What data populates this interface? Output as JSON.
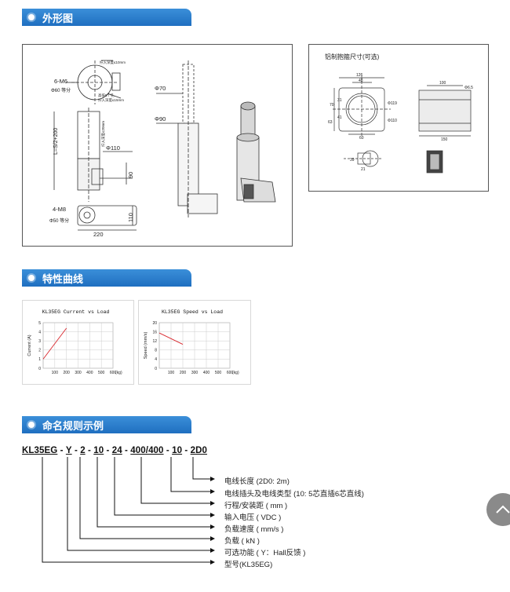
{
  "sections": {
    "outline": "外形图",
    "curves": "特性曲线",
    "naming": "命名规则示例"
  },
  "drawing": {
    "labels": {
      "m6": "6-M6",
      "phi60": "Φ60 等分",
      "depth10": "拧入深度≤10mm",
      "hole": "高低5个孔",
      "depth15": "拧入深度≤15mm",
      "length": "L=S/2+200",
      "depth20": "拧入深度≤20mm",
      "phi110": "Φ110",
      "d90": "90",
      "m8": "4-M8",
      "phi50": "Φ50 等分",
      "d110": "110",
      "d220": "220",
      "phi70": "Φ70",
      "phi90": "Φ90"
    },
    "bracket": {
      "title": "铝制抱箍尺寸(可选)",
      "d126": "126",
      "d48": "48",
      "d70": "70",
      "d31": "31",
      "d63": "63",
      "d41": "41",
      "d60": "60",
      "d119": "Φ119",
      "d110": "Φ110",
      "d100": "100",
      "d65": "Φ6.5",
      "d150": "150",
      "d39": "39",
      "d21": "21"
    }
  },
  "chart_data": [
    {
      "type": "line",
      "title": "KL35EG Current vs Load",
      "xlabel": "(kg)",
      "ylabel": "Current (A)",
      "xlim": [
        0,
        600
      ],
      "ylim": [
        0,
        5
      ],
      "xticks": [
        100,
        200,
        300,
        400,
        500,
        600
      ],
      "yticks": [
        0,
        1,
        2,
        3,
        4,
        5
      ],
      "grid": true,
      "series": [
        {
          "x": [
            0,
            200
          ],
          "y": [
            1.0,
            4.4
          ],
          "color": "#d9262c"
        }
      ]
    },
    {
      "type": "line",
      "title": "KL35EG Speed vs Load",
      "xlabel": "(kg)",
      "ylabel": "Speed (mm/s)",
      "xlim": [
        0,
        600
      ],
      "ylim": [
        0,
        20
      ],
      "xticks": [
        100,
        200,
        300,
        400,
        500,
        600
      ],
      "yticks": [
        0,
        4,
        8,
        12,
        16,
        20
      ],
      "grid": true,
      "series": [
        {
          "x": [
            0,
            200
          ],
          "y": [
            15.5,
            10.5
          ],
          "color": "#d9262c"
        }
      ]
    }
  ],
  "naming": {
    "parts": [
      "KL35EG",
      "Y",
      "2",
      "10",
      "24",
      "400/400",
      "10",
      "2D0"
    ],
    "descriptions": [
      "电线长度 (2D0: 2m)",
      "电线插头及电线类型 (10: 5芯直插6芯直线)",
      "行程/安装距 ( mm )",
      "输入电压 ( VDC )",
      "负载速度 ( mm/s )",
      "负载 ( kN )",
      "可选功能 ( Y：Hall反馈 )",
      "型号(KL35EG)"
    ]
  }
}
